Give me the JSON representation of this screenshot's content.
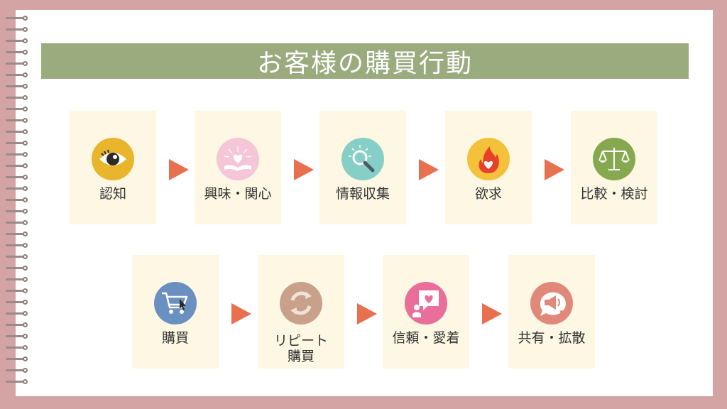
{
  "title": "お客様の購買行動",
  "steps_row1": [
    {
      "label": "認知",
      "icon": "eye-icon",
      "color": "#e8b52c"
    },
    {
      "label": "興味・関心",
      "icon": "heart-hands-icon",
      "color": "#f4c6d8"
    },
    {
      "label": "情報収集",
      "icon": "magnifier-icon",
      "color": "#86cfc6"
    },
    {
      "label": "欲求",
      "icon": "fire-heart-icon",
      "color": "#f3c23a"
    },
    {
      "label": "比較・検討",
      "icon": "scales-icon",
      "color": "#86a84e"
    }
  ],
  "steps_row2": [
    {
      "label": "購買",
      "icon": "cart-icon",
      "color": "#6a8fc1"
    },
    {
      "label_line1": "リピート",
      "label_line2": "購買",
      "icon": "recycle-icon",
      "color": "#c9a08a"
    },
    {
      "label": "信頼・愛着",
      "icon": "speech-heart-icon",
      "color": "#e96f9a"
    },
    {
      "label": "共有・拡散",
      "icon": "megaphone-icon",
      "color": "#e0897a"
    }
  ],
  "colors": {
    "arrow": "#e9704f",
    "title_bar": "#9aab7e",
    "card": "#fdf7e3",
    "frame": "#d4a3a3"
  }
}
